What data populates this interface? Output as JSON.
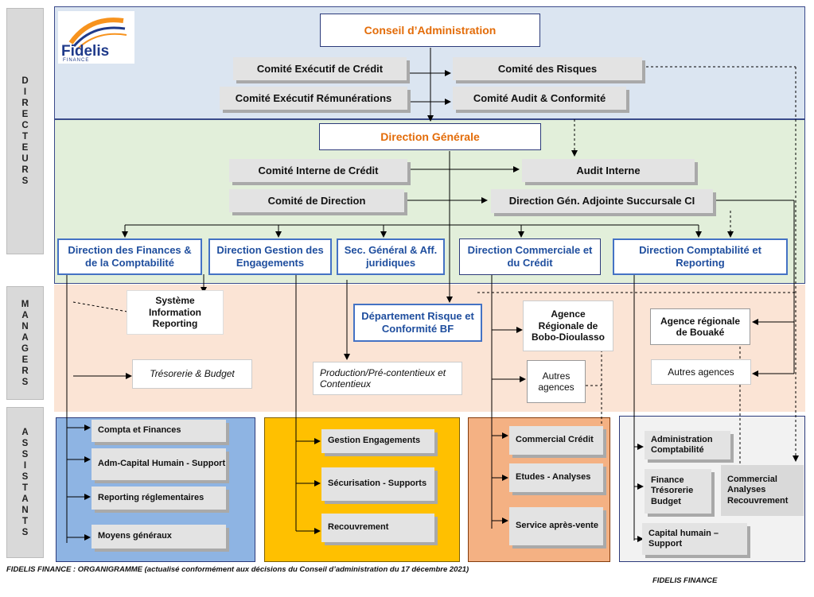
{
  "logo": {
    "brand": "Fidelis",
    "sub": "FINANCE"
  },
  "row_labels": {
    "directeurs": "DIRECTEURS",
    "managers": "MANAGERS",
    "assistants": "ASSISTANTS"
  },
  "top": {
    "conseil": "Conseil d’Administration",
    "comite_exec_credit": "Comité Exécutif de Crédit",
    "comite_risques": "Comité des Risques",
    "comite_exec_remun": "Comité Exécutif Rémunérations",
    "comite_audit": "Comité Audit & Conformité"
  },
  "direction": {
    "generale": "Direction Générale",
    "comite_interne_credit": "Comité Interne de Crédit",
    "audit_interne": "Audit Interne",
    "comite_direction": "Comité de Direction",
    "dga_succursale": "Direction Gén. Adjointe Succursale CI",
    "finances": "Direction des Finances & de la Comptabilité",
    "gestion_engagements": "Direction Gestion des Engagements",
    "sec_general": "Sec. Général & Aff. juridiques",
    "commerciale": "Direction Commerciale et du Crédit",
    "comptabilite_reporting": "Direction Comptabilité et Reporting"
  },
  "managers": {
    "systeme_info": "Système Information Reporting",
    "tresorerie": "Trésorerie & Budget",
    "risque_conformite": "Département Risque et Conformité BF",
    "production": "Production/Pré-contentieux et Contentieux",
    "agence_bobo": "Agence Régionale de Bobo-Dioulasso",
    "autres_agences_1": "Autres agences",
    "agence_bouake": "Agence régionale de Bouaké",
    "autres_agences_2": "Autres agences"
  },
  "assistants": {
    "blue": [
      "Compta et Finances",
      "Adm-Capital Humain - Support",
      "Reporting réglementaires",
      "Moyens généraux"
    ],
    "yellow": [
      "Gestion Engagements",
      "Sécurisation - Supports",
      "Recouvrement"
    ],
    "salmon": [
      "Commercial Crédit",
      "Etudes - Analyses",
      "Service après-vente"
    ],
    "grey": [
      "Administration Comptabilité",
      "Finance Trésorerie Budget",
      "Capital humain – Support"
    ],
    "grey_right": "Commercial Analyses Recouvrement"
  },
  "footer": {
    "left": "FIDELIS FINANCE : ORGANIGRAMME (actualisé conformément aux décisions du Conseil d’administration du 17 décembre 2021)",
    "right": "FIDELIS FINANCE"
  },
  "colors": {
    "band_top": "#dbe5f1",
    "band_direction": "#e2efda",
    "band_managers": "#fbe4d5",
    "panel_blue": "#8eb4e3",
    "panel_yellow": "#ffc000",
    "panel_salmon": "#f4b183",
    "panel_grey": "#f2f2f2",
    "title_orange": "#e36c09",
    "direction_blue": "#1f4e9e"
  }
}
